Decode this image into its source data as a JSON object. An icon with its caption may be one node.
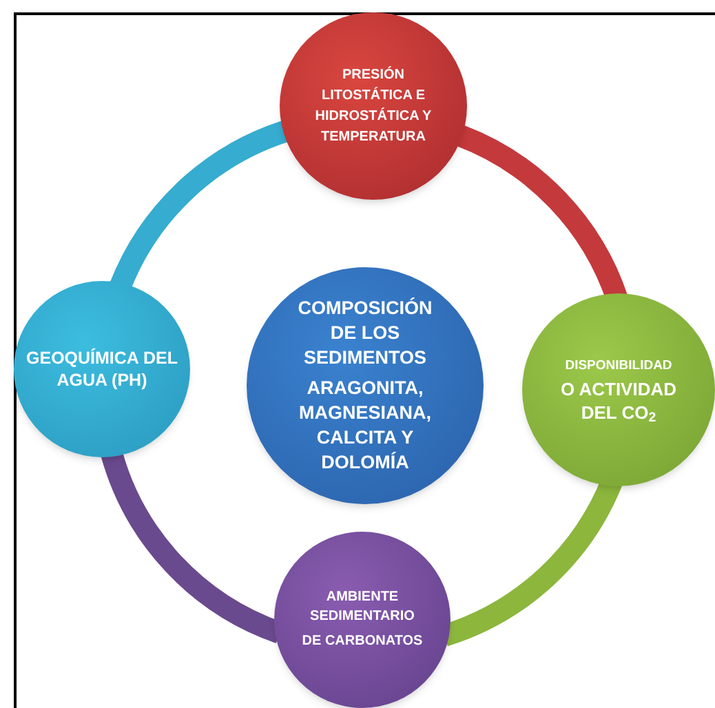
{
  "diagram": {
    "nodes": [
      {
        "text": [
          "PRESIÓN LITOSTÁTICA E HIDROSTÁTICA Y TEMPERATURA"
        ]
      },
      {
        "text": [
          "GEOQUÍMICA DEL AGUA (PH)"
        ]
      },
      {
        "text": [
          "COMPOSICIÓN DE LOS SEDIMENTOS",
          "ARAGONITA, MAGNESIANA, CALCITA Y DOLOMÍA"
        ]
      },
      {
        "text": [
          "DISPONIBILIDAD",
          "O ACTIVIDAD DEL CO$_{2}$"
        ]
      },
      {
        "text": [
          "AMBIENTE SEDIMENTARIO",
          "DE CARBONATOS"
        ]
      }
    ],
    "edges": [
      {
        "from": 0,
        "to": 3,
        "arrow": "none",
        "color": "#c4393c"
      },
      {
        "from": 3,
        "to": 4,
        "arrow": "none",
        "color": "#8cb63c"
      },
      {
        "from": 4,
        "to": 1,
        "arrow": "none",
        "color": "#6a4a8e"
      },
      {
        "from": 1,
        "to": 0,
        "arrow": "none",
        "color": "#35acd0"
      }
    ]
  }
}
